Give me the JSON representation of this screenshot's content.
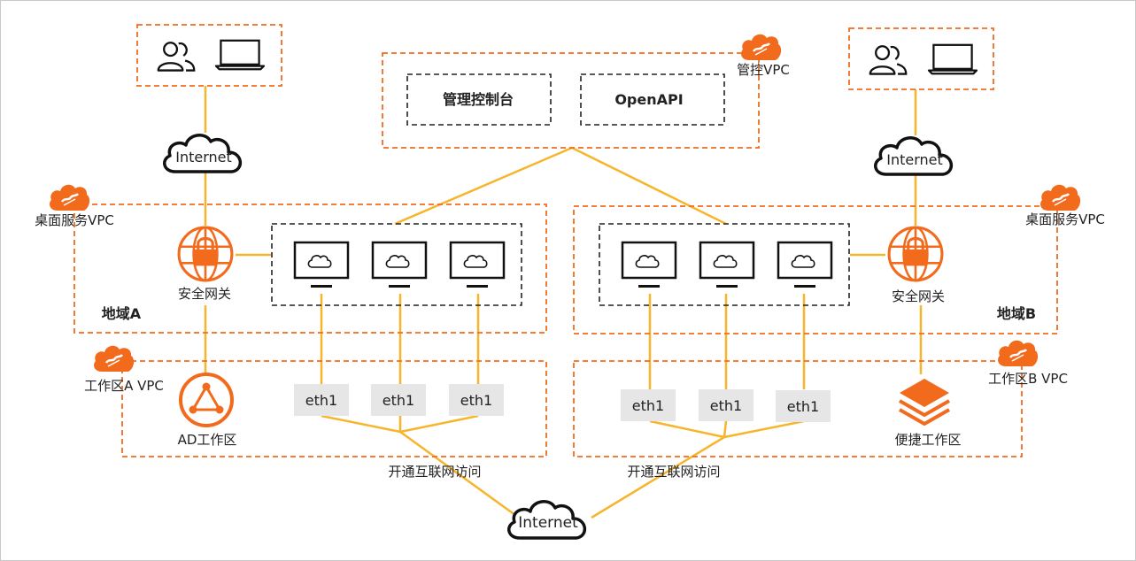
{
  "top_left_users_box": {
    "icons": [
      "users-icon",
      "laptop-icon"
    ]
  },
  "top_right_users_box": {
    "icons": [
      "users-icon",
      "laptop-icon"
    ]
  },
  "internet_left": "Internet",
  "internet_right": "Internet",
  "internet_bottom": "Internet",
  "control_vpc": {
    "label": "管控VPC",
    "items": [
      "管理控制台",
      "OpenAPI"
    ]
  },
  "region_a": {
    "vpc_label": "桌面服务VPC",
    "region_label": "地域A",
    "gateway_label": "安全网关",
    "work_vpc_label": "工作区A VPC",
    "workspace_label": "AD工作区",
    "eth": [
      "eth1",
      "eth1",
      "eth1"
    ],
    "internet_access_label": "开通互联网访问"
  },
  "region_b": {
    "vpc_label": "桌面服务VPC",
    "region_label": "地域B",
    "gateway_label": "安全网关",
    "work_vpc_label": "工作区B VPC",
    "workspace_label": "便捷工作区",
    "eth": [
      "eth1",
      "eth1",
      "eth1"
    ],
    "internet_access_label": "开通互联网访问"
  },
  "colors": {
    "orange": "#F26B1D",
    "yellow": "#F7B52C",
    "dark": "#222222",
    "eth_bg": "#E6E6E6"
  }
}
